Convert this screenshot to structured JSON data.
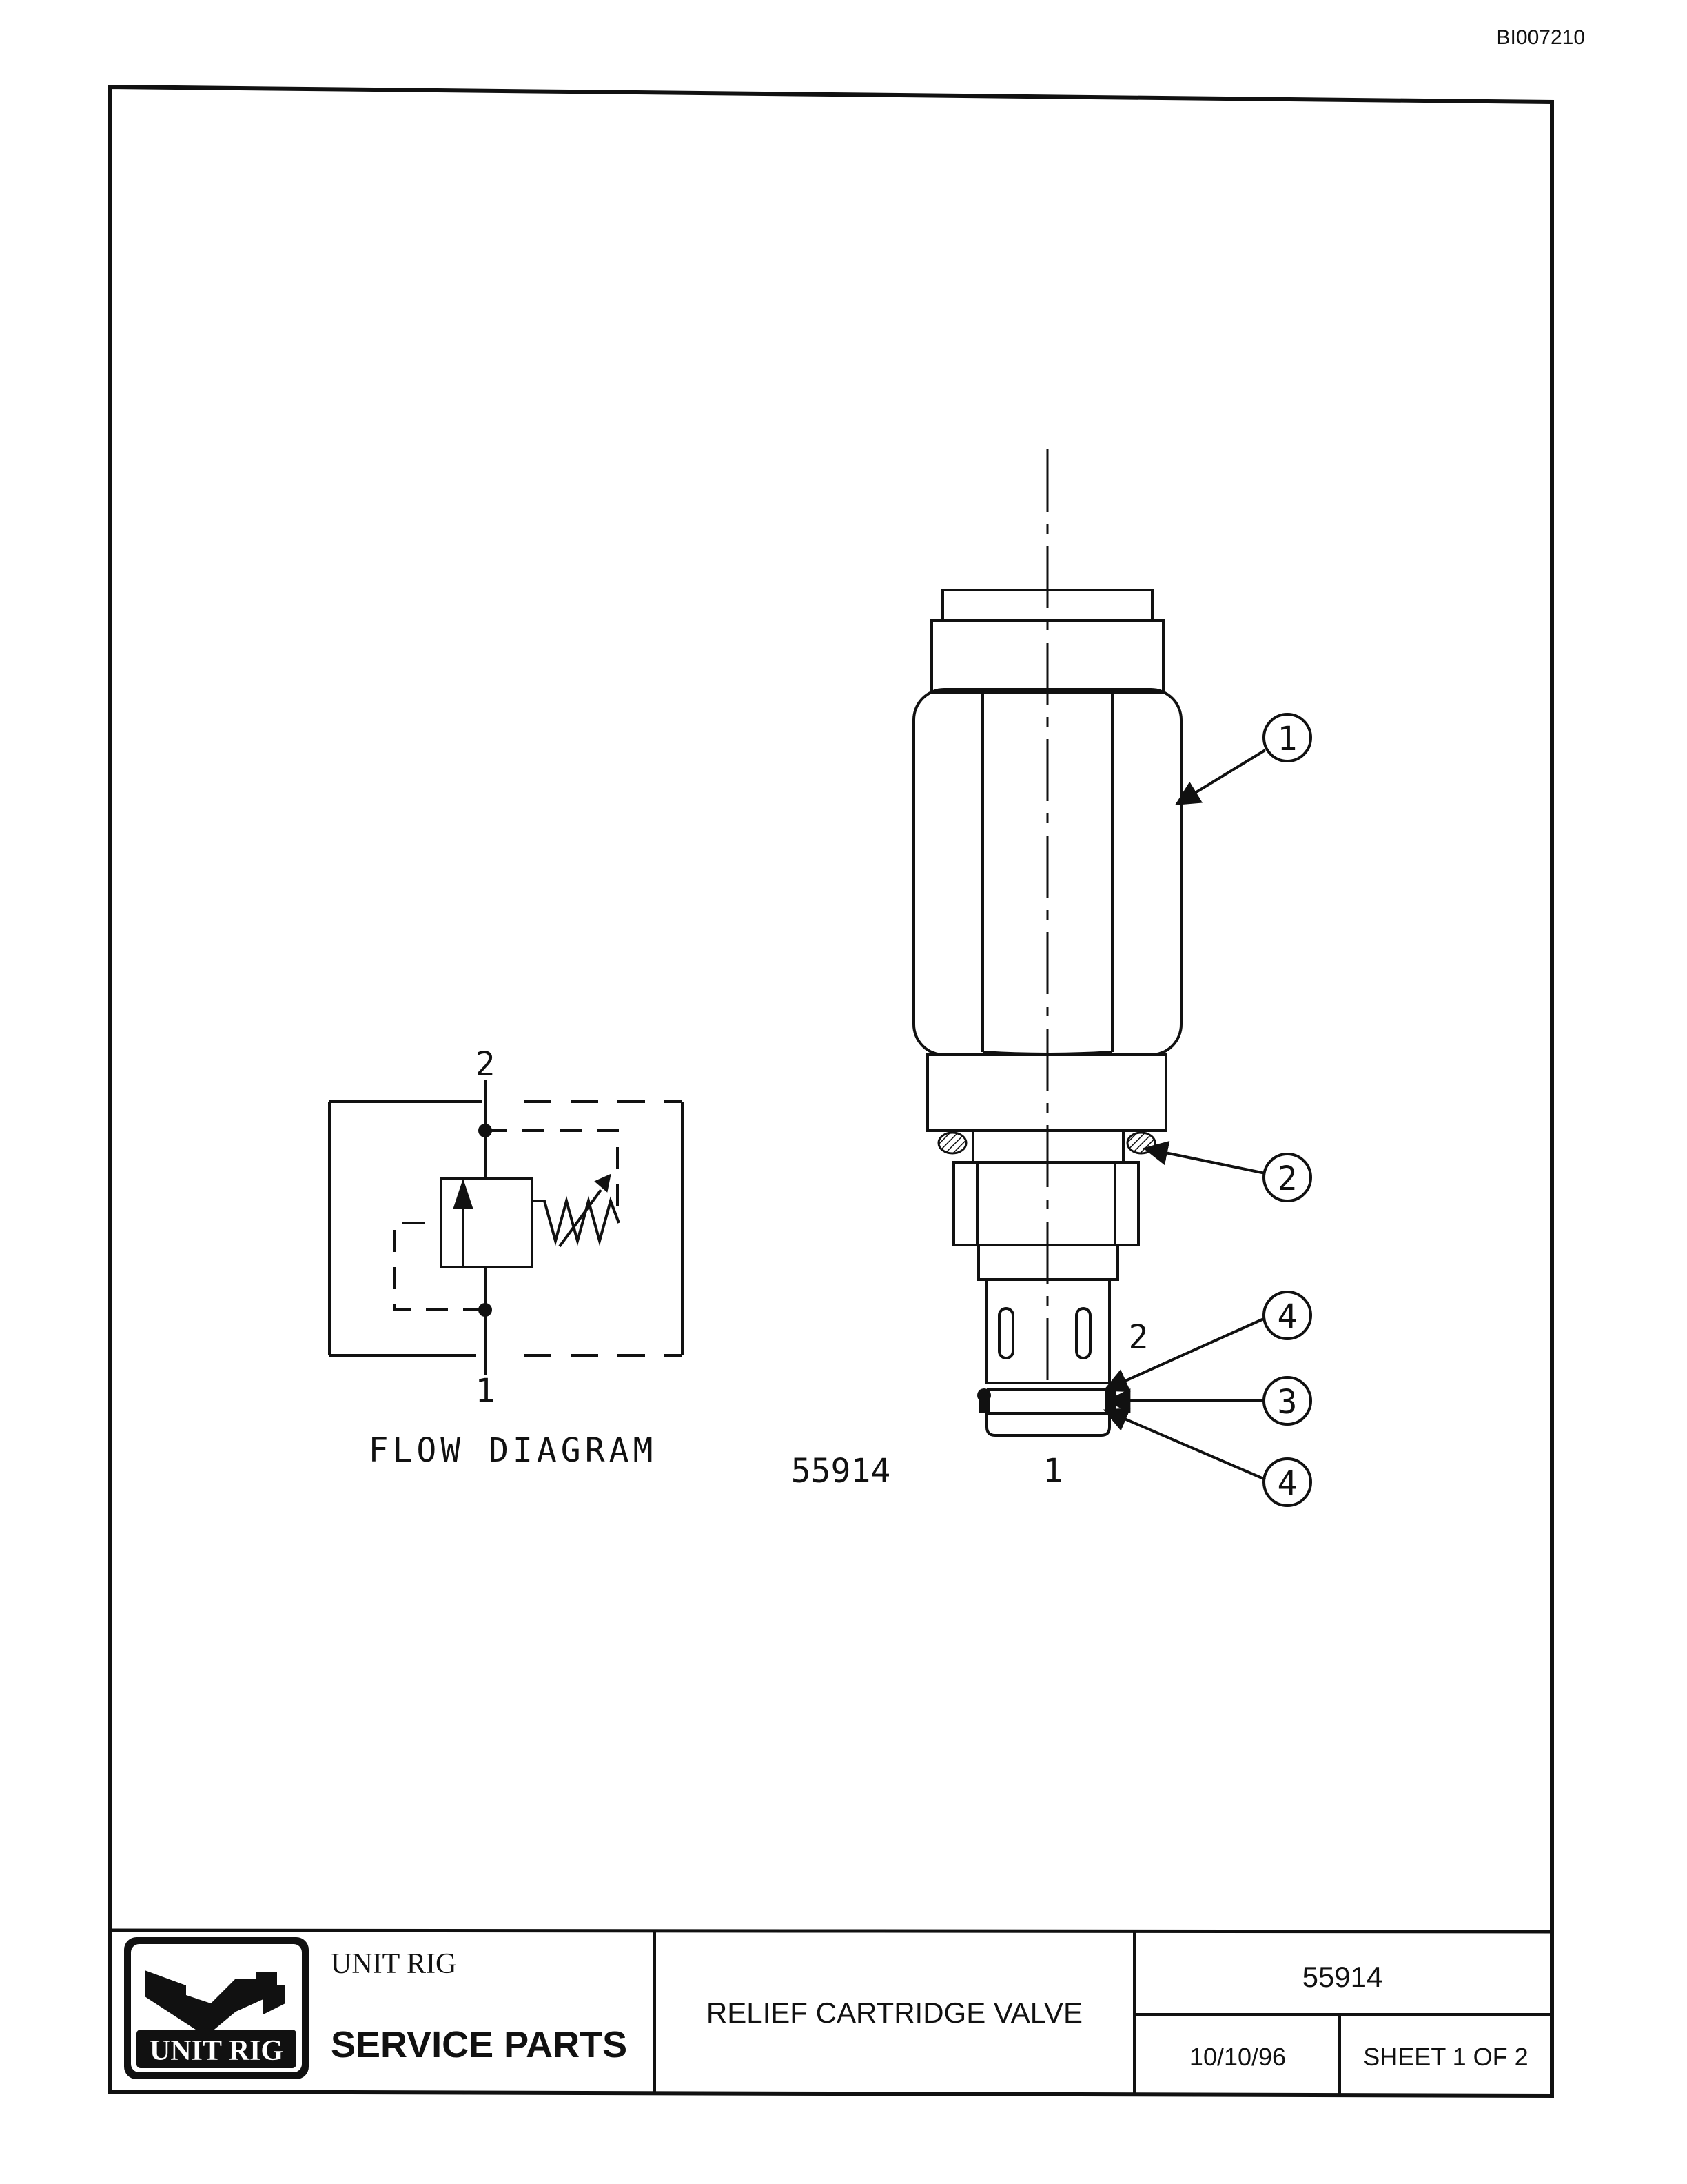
{
  "document_id": "BI007210",
  "flow_diagram": {
    "title": "FLOW DIAGRAM",
    "port_top": "2",
    "port_bottom": "1"
  },
  "valve_drawing": {
    "part_number": "55914",
    "port_side": "2",
    "port_bottom": "1",
    "callouts": [
      "1",
      "2",
      "4",
      "3",
      "4"
    ]
  },
  "title_block": {
    "logo_text": "UNIT RIG",
    "company": "UNIT RIG",
    "department": "SERVICE PARTS",
    "part_title": "RELIEF CARTRIDGE VALVE",
    "part_number": "55914",
    "date": "10/10/96",
    "sheet": "SHEET 1 OF 2"
  }
}
